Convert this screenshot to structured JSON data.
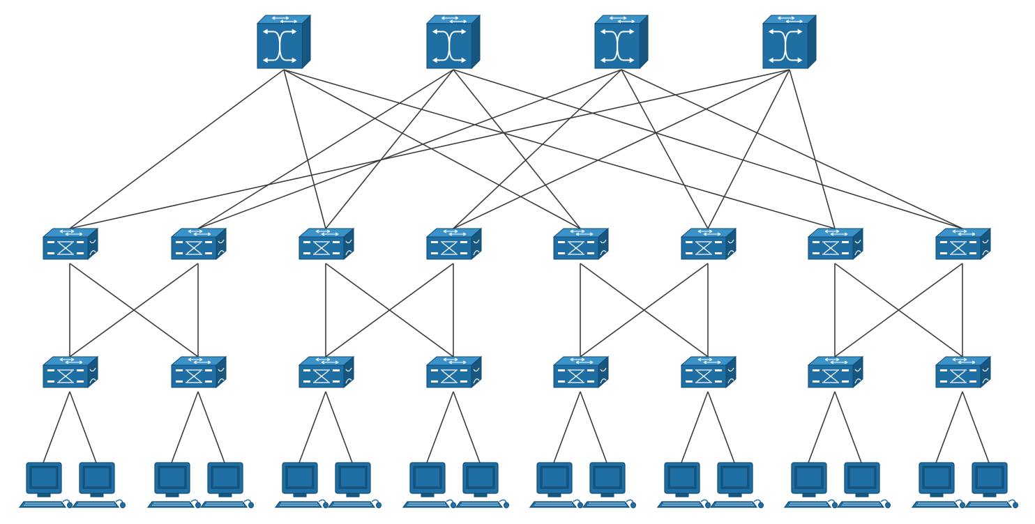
{
  "diagram": {
    "topology": "fat-tree",
    "colors": {
      "device_fill": "#1f6fa5",
      "device_top": "#3b93c9",
      "device_side": "#17567f",
      "device_edge": "#0f4b73",
      "link": "#3c3c3c",
      "background": "#ffffff"
    },
    "icons": {
      "core": "core-switch-icon",
      "aggregation": "workgroup-switch-icon",
      "edge": "workgroup-switch-icon",
      "host": "workstation-icon"
    },
    "counts": {
      "core_switches": 4,
      "aggregation_switches": 8,
      "edge_switches": 8,
      "hosts": 16
    },
    "links": {
      "core_to_aggregation": [
        [
          0,
          0
        ],
        [
          0,
          2
        ],
        [
          0,
          4
        ],
        [
          0,
          6
        ],
        [
          1,
          1
        ],
        [
          1,
          2
        ],
        [
          1,
          4
        ],
        [
          1,
          7
        ],
        [
          2,
          1
        ],
        [
          2,
          3
        ],
        [
          2,
          5
        ],
        [
          2,
          7
        ],
        [
          3,
          0
        ],
        [
          3,
          3
        ],
        [
          3,
          5
        ],
        [
          3,
          6
        ]
      ],
      "aggregation_to_edge": "full-mesh-within-pod",
      "pods": 4,
      "hosts_per_edge": 2
    }
  }
}
